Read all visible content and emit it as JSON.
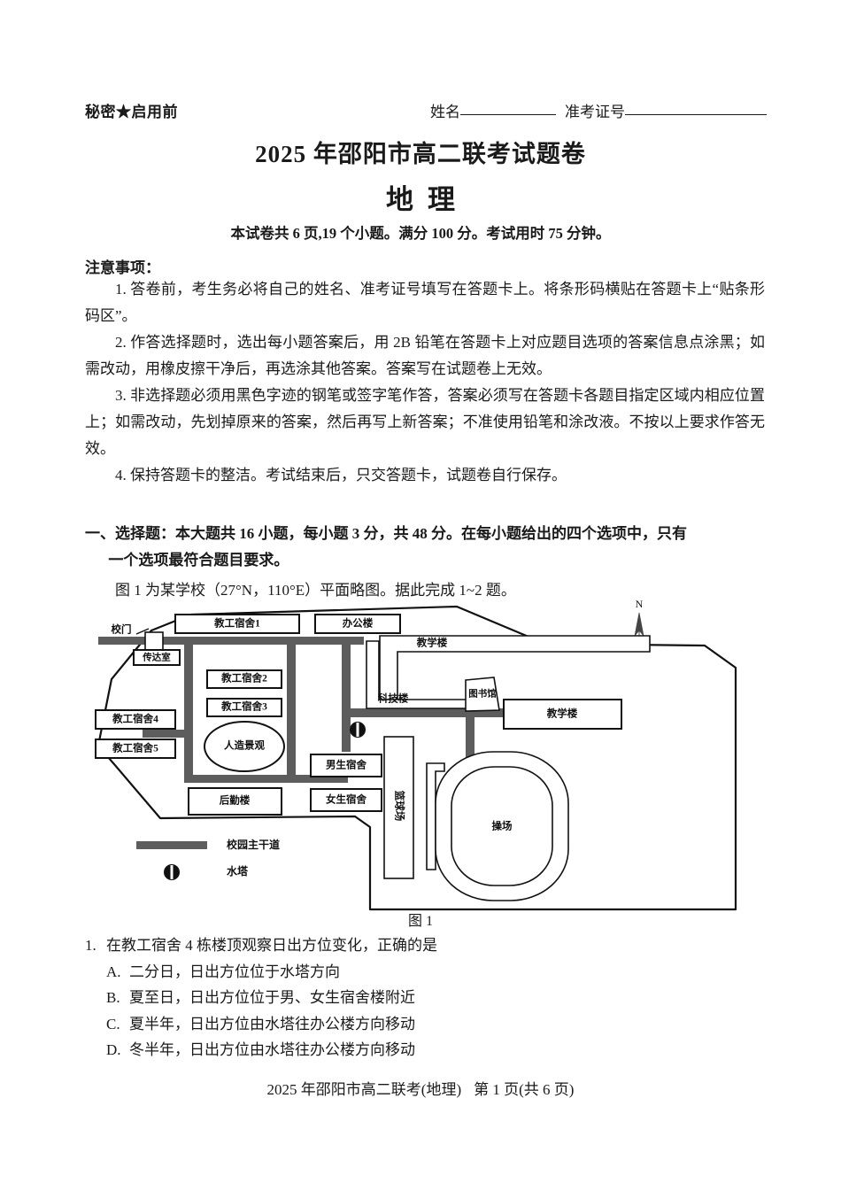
{
  "header": {
    "secret_notice": "秘密★启用前",
    "name_label": "姓名",
    "exam_id_label": "准考证号"
  },
  "title": {
    "main": "2025 年邵阳市高二联考试题卷",
    "subject": "地理",
    "meta": "本试卷共 6 页,19 个小题。满分 100 分。考试用时 75 分钟。"
  },
  "notice": {
    "heading": "注意事项：",
    "items": [
      "1. 答卷前，考生务必将自己的姓名、准考证号填写在答题卡上。将条形码横贴在答题卡上“贴条形码区”。",
      "2. 作答选择题时，选出每小题答案后，用 2B 铅笔在答题卡上对应题目选项的答案信息点涂黑；如需改动，用橡皮擦干净后，再选涂其他答案。答案写在试题卷上无效。",
      "3. 非选择题必须用黑色字迹的钢笔或签字笔作答，答案必须写在答题卡各题目指定区域内相应位置上；如需改动，先划掉原来的答案，然后再写上新答案；不准使用铅笔和涂改液。不按以上要求作答无效。",
      "4. 保持答题卡的整洁。考试结束后，只交答题卡，试题卷自行保存。"
    ]
  },
  "section_one": {
    "line1": "一、选择题：本大题共 16 小题，每小题 3 分，共 48 分。在每小题给出的四个选项中，只有",
    "line2": "一个选项最符合题目要求。",
    "stem_intro": "图 1 为某学校（27°N，110°E）平面略图。据此完成 1~2 题。"
  },
  "figure": {
    "caption": "图 1",
    "compass_label": "N",
    "buildings": [
      {
        "id": "gate",
        "label": "校门"
      },
      {
        "id": "doorman",
        "label": "传达室"
      },
      {
        "id": "dorm1",
        "label": "教工宿舍1"
      },
      {
        "id": "office",
        "label": "办公楼"
      },
      {
        "id": "dorm2",
        "label": "教工宿舍2"
      },
      {
        "id": "dorm3",
        "label": "教工宿舍3"
      },
      {
        "id": "dorm4",
        "label": "教工宿舍4"
      },
      {
        "id": "dorm5",
        "label": "教工宿舍5"
      },
      {
        "id": "landscape",
        "label": "人造景观"
      },
      {
        "id": "logistics",
        "label": "后勤楼"
      },
      {
        "id": "boys-dorm",
        "label": "男生宿舍"
      },
      {
        "id": "girls-dorm",
        "label": "女生宿舍"
      },
      {
        "id": "teaching-n",
        "label": "教学楼"
      },
      {
        "id": "tech",
        "label": "科技楼"
      },
      {
        "id": "library",
        "label": "图书馆"
      },
      {
        "id": "teaching-e",
        "label": "教学楼"
      },
      {
        "id": "basketball",
        "label": "篮球场"
      },
      {
        "id": "playground",
        "label": "操场"
      }
    ],
    "legend": [
      {
        "id": "main-road",
        "label": "校园主干道"
      },
      {
        "id": "water-tower",
        "label": "水塔"
      }
    ]
  },
  "question1": {
    "number": "1.",
    "stem": "在教工宿舍 4 栋楼顶观察日出方位变化，正确的是",
    "options": [
      {
        "letter": "A.",
        "text": "二分日，日出方位位于水塔方向"
      },
      {
        "letter": "B.",
        "text": "夏至日，日出方位位于男、女生宿舍楼附近"
      },
      {
        "letter": "C.",
        "text": "夏半年，日出方位由水塔往办公楼方向移动"
      },
      {
        "letter": "D.",
        "text": "冬半年，日出方位由水塔往办公楼方向移动"
      }
    ]
  },
  "footer": {
    "left": "2025 年邵阳市高二联考(地理)",
    "page": "第 1 页(共 6 页)"
  }
}
